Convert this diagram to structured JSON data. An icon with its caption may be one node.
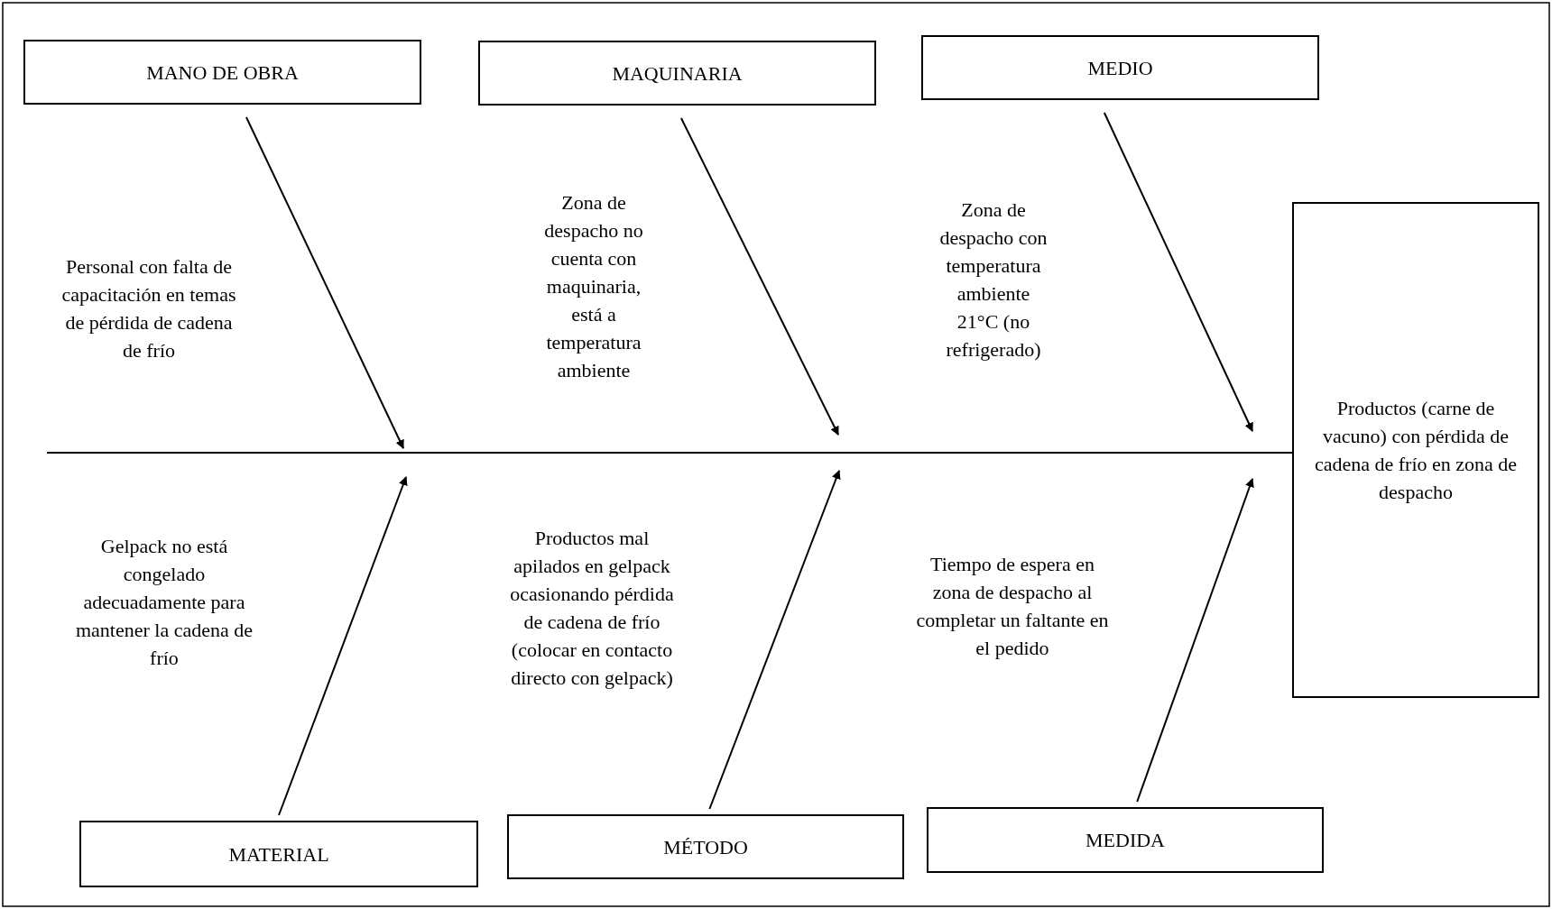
{
  "diagram": {
    "nodes": [
      {
        "text": [
          "MANO DE OBRA"
        ]
      },
      {
        "text": [
          "MAQUINARIA"
        ]
      },
      {
        "text": [
          "MEDIO"
        ]
      },
      {
        "text": [
          "Productos (carne de vacuno) con pérdida de cadena de frío en zona de despacho"
        ]
      },
      {
        "text": [
          "MATERIAL"
        ]
      },
      {
        "text": [
          "MÉTODO"
        ]
      },
      {
        "text": [
          "MEDIDA"
        ]
      }
    ],
    "edges": [
      {
        "from": null,
        "to": 3,
        "arrow": "none"
      },
      {
        "from": 0,
        "to": null,
        "arrow": "to"
      },
      {
        "from": 1,
        "to": null,
        "arrow": "to"
      },
      {
        "from": 2,
        "to": null,
        "arrow": "to"
      },
      {
        "from": 4,
        "to": null,
        "arrow": "to"
      },
      {
        "from": 5,
        "to": null,
        "arrow": "to"
      },
      {
        "from": 6,
        "to": null,
        "arrow": "to"
      }
    ],
    "labels": [
      "Personal con falta de capacitación en temas de pérdida de cadena de frío",
      "Zona de despacho no cuenta con maquinaria, está a temperatura ambiente",
      "Zona de despacho con temperatura ambiente 21°C (no refrigerado)",
      "Gelpack no está congelado adecuadamente para mantener la cadena de frío",
      "Productos mal apilados en gelpack ocasionando pérdida de cadena de frío (colocar en contacto directo con gelpack)",
      "Tiempo de espera en zona de despacho al completar un faltante en el pedido"
    ]
  }
}
